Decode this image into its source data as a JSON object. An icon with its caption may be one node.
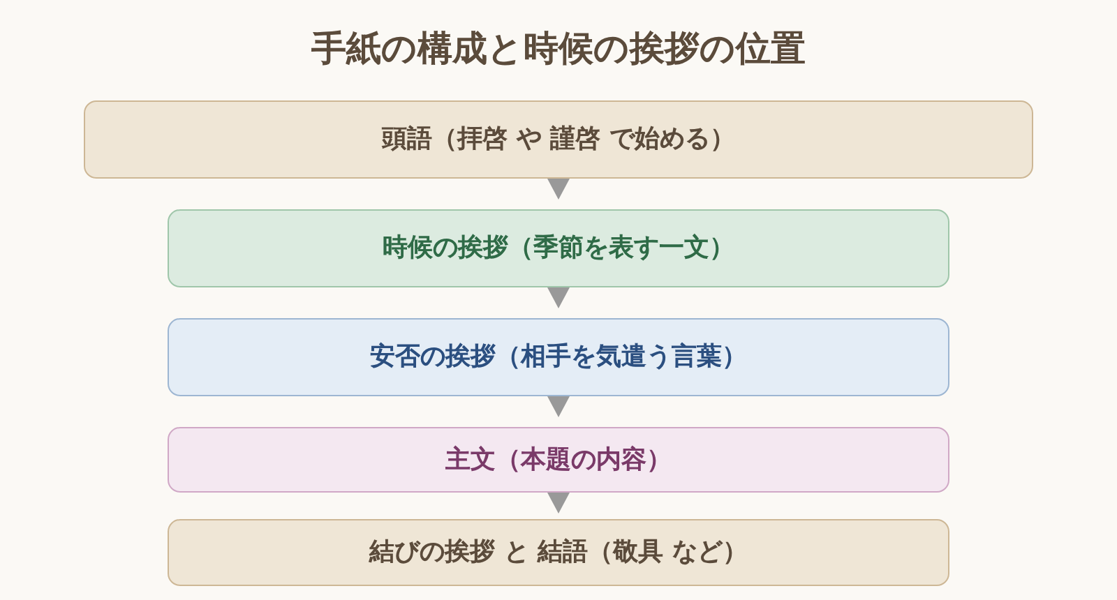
{
  "diagram": {
    "title": "手紙の構成と時候の挨拶の位置",
    "nodes": [
      {
        "text": [
          "頭語（拝啓 や 謹啓 で始める）"
        ]
      },
      {
        "text": [
          "時候の挨拶（季節を表す一文）"
        ]
      },
      {
        "text": [
          "安否の挨拶（相手を気遣う言葉）"
        ]
      },
      {
        "text": [
          "主文（本題の内容）"
        ]
      },
      {
        "text": [
          "結びの挨拶 と 結語（敬具 など）"
        ]
      }
    ],
    "edges": [
      {
        "from": 0,
        "to": 1,
        "arrow": "to"
      },
      {
        "from": 1,
        "to": 2,
        "arrow": "to"
      },
      {
        "from": 2,
        "to": 3,
        "arrow": "to"
      },
      {
        "from": 3,
        "to": 4,
        "arrow": "to"
      }
    ]
  }
}
